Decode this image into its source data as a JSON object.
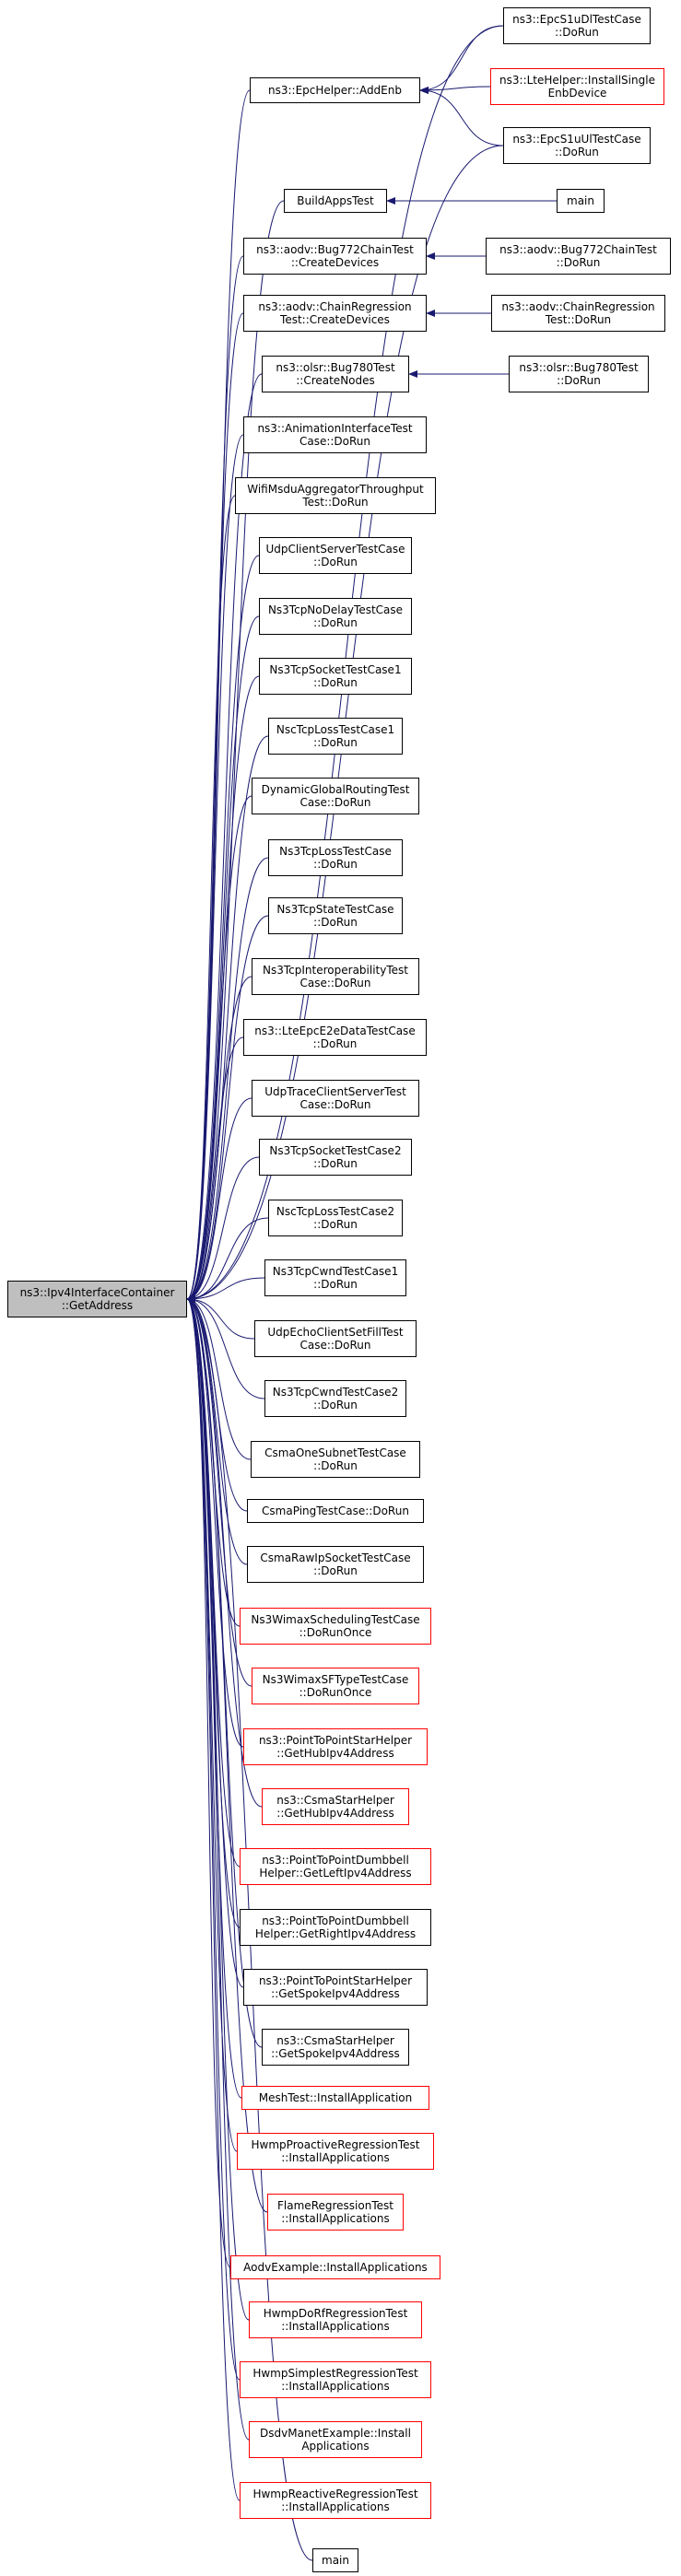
{
  "diagram": {
    "edge_color": "#191970",
    "root": {
      "id": "root",
      "lines": [
        "ns3::Ipv4InterfaceContainer",
        "::GetAddress"
      ]
    },
    "nodes": [
      {
        "id": "addenb",
        "lines": [
          "ns3::EpcHelper::AddEnb"
        ],
        "style": "normal"
      },
      {
        "id": "buildapps",
        "lines": [
          "BuildAppsTest"
        ],
        "style": "normal"
      },
      {
        "id": "aodv772cd",
        "lines": [
          "ns3::aodv::Bug772ChainTest",
          "::CreateDevices"
        ],
        "style": "normal"
      },
      {
        "id": "aodvcrcd",
        "lines": [
          "ns3::aodv::ChainRegression",
          "Test::CreateDevices"
        ],
        "style": "normal"
      },
      {
        "id": "olsr780cn",
        "lines": [
          "ns3::olsr::Bug780Test",
          "::CreateNodes"
        ],
        "style": "normal"
      },
      {
        "id": "anim",
        "lines": [
          "ns3::AnimationInterfaceTest",
          "Case::DoRun"
        ],
        "style": "normal"
      },
      {
        "id": "wifimsdu",
        "lines": [
          "WifiMsduAggregatorThroughput",
          "Test::DoRun"
        ],
        "style": "normal"
      },
      {
        "id": "udpcs",
        "lines": [
          "UdpClientServerTestCase",
          "::DoRun"
        ],
        "style": "normal"
      },
      {
        "id": "tcpnodelay",
        "lines": [
          "Ns3TcpNoDelayTestCase",
          "::DoRun"
        ],
        "style": "normal"
      },
      {
        "id": "tcpsock1",
        "lines": [
          "Ns3TcpSocketTestCase1",
          "::DoRun"
        ],
        "style": "normal"
      },
      {
        "id": "nsctcp1",
        "lines": [
          "NscTcpLossTestCase1",
          "::DoRun"
        ],
        "style": "normal"
      },
      {
        "id": "dyngr",
        "lines": [
          "DynamicGlobalRoutingTest",
          "Case::DoRun"
        ],
        "style": "normal"
      },
      {
        "id": "tcploss",
        "lines": [
          "Ns3TcpLossTestCase",
          "::DoRun"
        ],
        "style": "normal"
      },
      {
        "id": "tcpstate",
        "lines": [
          "Ns3TcpStateTestCase",
          "::DoRun"
        ],
        "style": "normal"
      },
      {
        "id": "tcpinterop",
        "lines": [
          "Ns3TcpInteroperabilityTest",
          "Case::DoRun"
        ],
        "style": "normal"
      },
      {
        "id": "lteepc",
        "lines": [
          "ns3::LteEpcE2eDataTestCase",
          "::DoRun"
        ],
        "style": "normal"
      },
      {
        "id": "udptrace",
        "lines": [
          "UdpTraceClientServerTest",
          "Case::DoRun"
        ],
        "style": "normal"
      },
      {
        "id": "tcpsock2",
        "lines": [
          "Ns3TcpSocketTestCase2",
          "::DoRun"
        ],
        "style": "normal"
      },
      {
        "id": "nsctcp2",
        "lines": [
          "NscTcpLossTestCase2",
          "::DoRun"
        ],
        "style": "normal"
      },
      {
        "id": "tcpcwnd1",
        "lines": [
          "Ns3TcpCwndTestCase1",
          "::DoRun"
        ],
        "style": "normal"
      },
      {
        "id": "udpecho",
        "lines": [
          "UdpEchoClientSetFillTest",
          "Case::DoRun"
        ],
        "style": "normal"
      },
      {
        "id": "tcpcwnd2",
        "lines": [
          "Ns3TcpCwndTestCase2",
          "::DoRun"
        ],
        "style": "normal"
      },
      {
        "id": "csmaone",
        "lines": [
          "CsmaOneSubnetTestCase",
          "::DoRun"
        ],
        "style": "normal"
      },
      {
        "id": "csmaping",
        "lines": [
          "CsmaPingTestCase::DoRun"
        ],
        "style": "normal"
      },
      {
        "id": "csmaraw",
        "lines": [
          "CsmaRawIpSocketTestCase",
          "::DoRun"
        ],
        "style": "normal"
      },
      {
        "id": "wimaxsched",
        "lines": [
          "Ns3WimaxSchedulingTestCase",
          "::DoRunOnce"
        ],
        "style": "red"
      },
      {
        "id": "wimaxsf",
        "lines": [
          "Ns3WimaxSFTypeTestCase",
          "::DoRunOnce"
        ],
        "style": "red"
      },
      {
        "id": "p2pstarhub",
        "lines": [
          "ns3::PointToPointStarHelper",
          "::GetHubIpv4Address"
        ],
        "style": "red"
      },
      {
        "id": "csmastarhub",
        "lines": [
          "ns3::CsmaStarHelper",
          "::GetHubIpv4Address"
        ],
        "style": "red"
      },
      {
        "id": "p2pdbleft",
        "lines": [
          "ns3::PointToPointDumbbell",
          "Helper::GetLeftIpv4Address"
        ],
        "style": "red"
      },
      {
        "id": "p2pdbright",
        "lines": [
          "ns3::PointToPointDumbbell",
          "Helper::GetRightIpv4Address"
        ],
        "style": "normal"
      },
      {
        "id": "p2pstarspoke",
        "lines": [
          "ns3::PointToPointStarHelper",
          "::GetSpokeIpv4Address"
        ],
        "style": "normal"
      },
      {
        "id": "csmastarspoke",
        "lines": [
          "ns3::CsmaStarHelper",
          "::GetSpokeIpv4Address"
        ],
        "style": "normal"
      },
      {
        "id": "meshinst",
        "lines": [
          "MeshTest::InstallApplication"
        ],
        "style": "red"
      },
      {
        "id": "hwmpproact",
        "lines": [
          "HwmpProactiveRegressionTest",
          "::InstallApplications"
        ],
        "style": "red"
      },
      {
        "id": "flame",
        "lines": [
          "FlameRegressionTest",
          "::InstallApplications"
        ],
        "style": "red"
      },
      {
        "id": "aodvex",
        "lines": [
          "AodvExample::InstallApplications"
        ],
        "style": "red"
      },
      {
        "id": "hwmpdorf",
        "lines": [
          "HwmpDoRfRegressionTest",
          "::InstallApplications"
        ],
        "style": "red"
      },
      {
        "id": "hwmpsimplest",
        "lines": [
          "HwmpSimplestRegressionTest",
          "::InstallApplications"
        ],
        "style": "red"
      },
      {
        "id": "dsdv",
        "lines": [
          "DsdvManetExample::Install",
          "Applications"
        ],
        "style": "red"
      },
      {
        "id": "hwmpreact",
        "lines": [
          "HwmpReactiveRegressionTest",
          "::InstallApplications"
        ],
        "style": "red"
      },
      {
        "id": "main2",
        "lines": [
          "main"
        ],
        "style": "normal"
      },
      {
        "id": "epcdl",
        "lines": [
          "ns3::EpcS1uDlTestCase",
          "::DoRun"
        ],
        "style": "normal"
      },
      {
        "id": "ltehelper",
        "lines": [
          "ns3::LteHelper::InstallSingle",
          "EnbDevice"
        ],
        "style": "red"
      },
      {
        "id": "epcul",
        "lines": [
          "ns3::EpcS1uUlTestCase",
          "::DoRun"
        ],
        "style": "normal"
      },
      {
        "id": "main1",
        "lines": [
          "main"
        ],
        "style": "normal"
      },
      {
        "id": "aodv772run",
        "lines": [
          "ns3::aodv::Bug772ChainTest",
          "::DoRun"
        ],
        "style": "normal"
      },
      {
        "id": "aodvcrrun",
        "lines": [
          "ns3::aodv::ChainRegression",
          "Test::DoRun"
        ],
        "style": "normal"
      },
      {
        "id": "olsr780run",
        "lines": [
          "ns3::olsr::Bug780Test",
          "::DoRun"
        ],
        "style": "normal"
      }
    ],
    "edges": [
      [
        "addenb",
        "root"
      ],
      [
        "buildapps",
        "root"
      ],
      [
        "aodv772cd",
        "root"
      ],
      [
        "aodvcrcd",
        "root"
      ],
      [
        "olsr780cn",
        "root"
      ],
      [
        "anim",
        "root"
      ],
      [
        "wifimsdu",
        "root"
      ],
      [
        "udpcs",
        "root"
      ],
      [
        "tcpnodelay",
        "root"
      ],
      [
        "tcpsock1",
        "root"
      ],
      [
        "nsctcp1",
        "root"
      ],
      [
        "dyngr",
        "root"
      ],
      [
        "tcploss",
        "root"
      ],
      [
        "tcpstate",
        "root"
      ],
      [
        "tcpinterop",
        "root"
      ],
      [
        "lteepc",
        "root"
      ],
      [
        "udptrace",
        "root"
      ],
      [
        "tcpsock2",
        "root"
      ],
      [
        "nsctcp2",
        "root"
      ],
      [
        "tcpcwnd1",
        "root"
      ],
      [
        "udpecho",
        "root"
      ],
      [
        "tcpcwnd2",
        "root"
      ],
      [
        "csmaone",
        "root"
      ],
      [
        "csmaping",
        "root"
      ],
      [
        "csmaraw",
        "root"
      ],
      [
        "wimaxsched",
        "root"
      ],
      [
        "wimaxsf",
        "root"
      ],
      [
        "p2pstarhub",
        "root"
      ],
      [
        "csmastarhub",
        "root"
      ],
      [
        "p2pdbleft",
        "root"
      ],
      [
        "p2pdbright",
        "root"
      ],
      [
        "p2pstarspoke",
        "root"
      ],
      [
        "csmastarspoke",
        "root"
      ],
      [
        "meshinst",
        "root"
      ],
      [
        "hwmpproact",
        "root"
      ],
      [
        "flame",
        "root"
      ],
      [
        "aodvex",
        "root"
      ],
      [
        "hwmpdorf",
        "root"
      ],
      [
        "hwmpsimplest",
        "root"
      ],
      [
        "dsdv",
        "root"
      ],
      [
        "hwmpreact",
        "root"
      ],
      [
        "main2",
        "root"
      ],
      [
        "epcdl",
        "root"
      ],
      [
        "epcul",
        "root"
      ],
      [
        "epcdl",
        "addenb"
      ],
      [
        "ltehelper",
        "addenb"
      ],
      [
        "epcul",
        "addenb"
      ],
      [
        "main1",
        "buildapps"
      ],
      [
        "aodv772run",
        "aodv772cd"
      ],
      [
        "aodvcrrun",
        "aodvcrcd"
      ],
      [
        "olsr780run",
        "olsr780cn"
      ]
    ]
  }
}
